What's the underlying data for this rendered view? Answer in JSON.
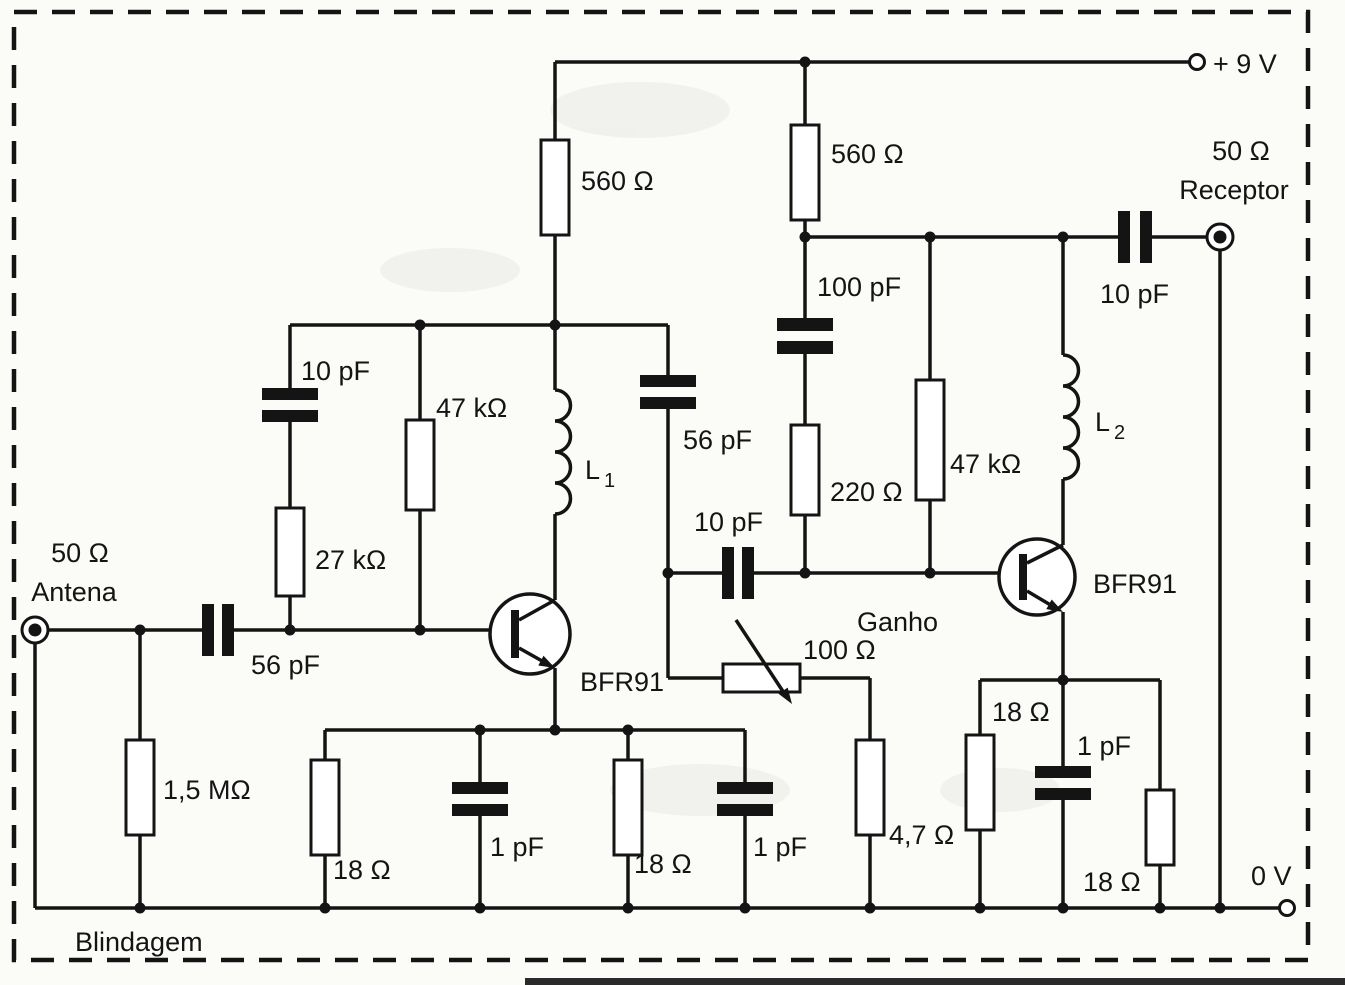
{
  "labels": {
    "supply_positive": "+ 9 V",
    "supply_ground": "0 V",
    "antenna_impedance": "50 Ω",
    "antenna_name": "Antena",
    "receiver_impedance": "50 Ω",
    "receiver_name": "Receptor",
    "shield": "Blindagem",
    "gain": "Ganho",
    "q1": "BFR91",
    "q2": "BFR91",
    "l1_base": "L",
    "l1_sub": "1",
    "l2_base": "L",
    "l2_sub": "2",
    "r_collector_1": "560 Ω",
    "r_collector_2": "560 Ω",
    "c_feedback_1": "10 pF",
    "r_bias_upper_1": "47 kΩ",
    "r_bias_lower_1": "27 kΩ",
    "c_input": "56 pF",
    "c_stage1_top": "56 pF",
    "c_interstage": "10 pF",
    "c_stage2_bypass": "100 pF",
    "r_stage2_220": "220 Ω",
    "r_bias_2": "47 kΩ",
    "c_output": "10 pF",
    "r_antenna_bias": "1,5 MΩ",
    "pot_gain": "100 Ω",
    "r_emitter_1a": "18 Ω",
    "c_emitter_1a": "1 pF",
    "r_emitter_1b": "18 Ω",
    "c_emitter_1b": "1 pF",
    "r_gain_47": "4,7 Ω",
    "r_emitter_2": "18 Ω",
    "c_emitter_2": "1 pF",
    "r_output_18": "18 Ω"
  }
}
